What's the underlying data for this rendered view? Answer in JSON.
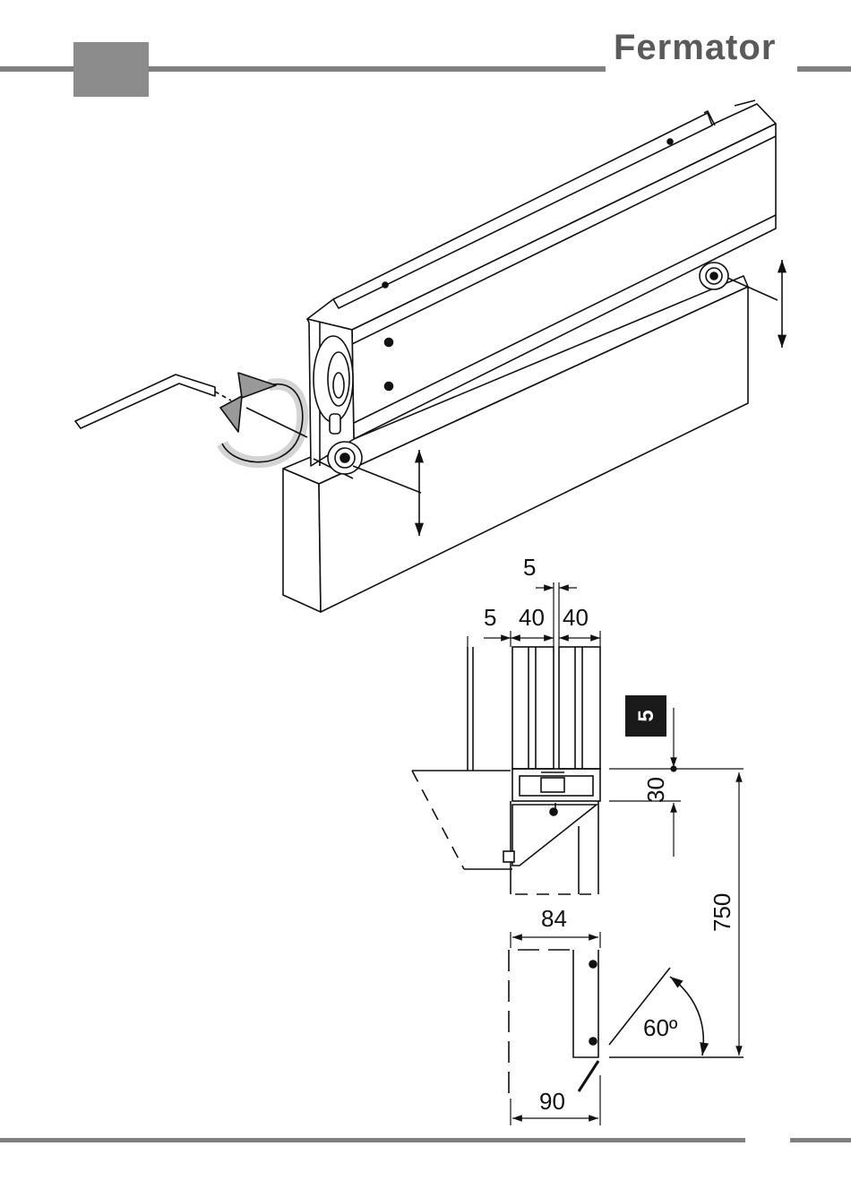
{
  "header": {
    "brand": "Fermator",
    "colors": {
      "rule": "#808080",
      "tab": "#8c8c8c",
      "brand": "#5a5a5a"
    }
  },
  "step": {
    "label": "5",
    "color": "#1a1a1a"
  },
  "illustration": {
    "tool": "hex-key",
    "rotation": "rotate-arrows-icon",
    "adjustment": "up-down-arrows-icon"
  },
  "dimensions": {
    "gap_top": "5",
    "gap_left": "5",
    "panel_a": "40",
    "panel_b": "40",
    "track_height": "30",
    "total_height": "750",
    "width_84": "84",
    "width_90": "90",
    "angle": "60º"
  }
}
